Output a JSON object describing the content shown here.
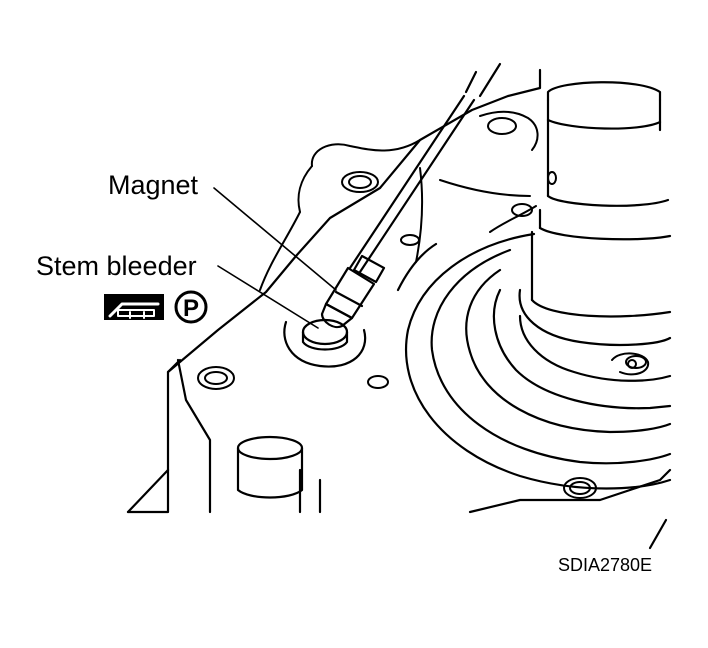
{
  "callouts": {
    "magnet": "Magnet",
    "stem_bleeder": "Stem bleeder"
  },
  "figure_code": "SDIA2780E",
  "symbols": {
    "service_icon": "tool-service-icon",
    "parking_icon": "P"
  },
  "colors": {
    "ink": "#000000",
    "paper": "#ffffff"
  }
}
